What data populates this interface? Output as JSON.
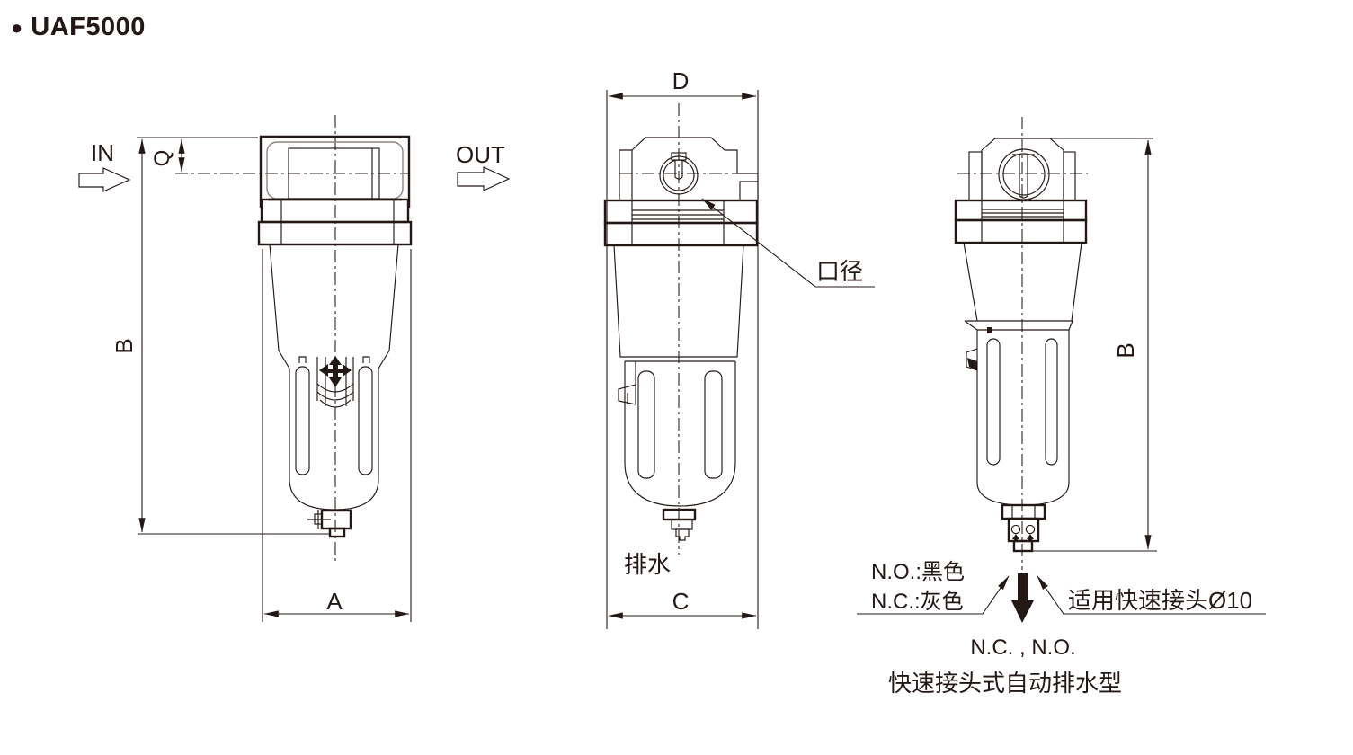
{
  "title": {
    "bullet": "●",
    "text": "UAF5000"
  },
  "colors": {
    "line": "#231815",
    "light_line": "#8d8580",
    "background": "#ffffff"
  },
  "front_view": {
    "in_label": "IN",
    "out_label": "OUT",
    "dim_q": "Q",
    "dim_b": "B",
    "dim_a": "A"
  },
  "side_view": {
    "dim_d": "D",
    "port_label": "口径",
    "drain_label": "排水",
    "dim_c": "C"
  },
  "auto_drain_view": {
    "dim_b": "B",
    "no_color_label": "N.O.:黑色",
    "nc_color_label": "N.C.:灰色",
    "fitting_label": "适用快速接头Ø10",
    "types_label": "N.C. , N.O.",
    "caption": "快速接头式自动排水型"
  }
}
